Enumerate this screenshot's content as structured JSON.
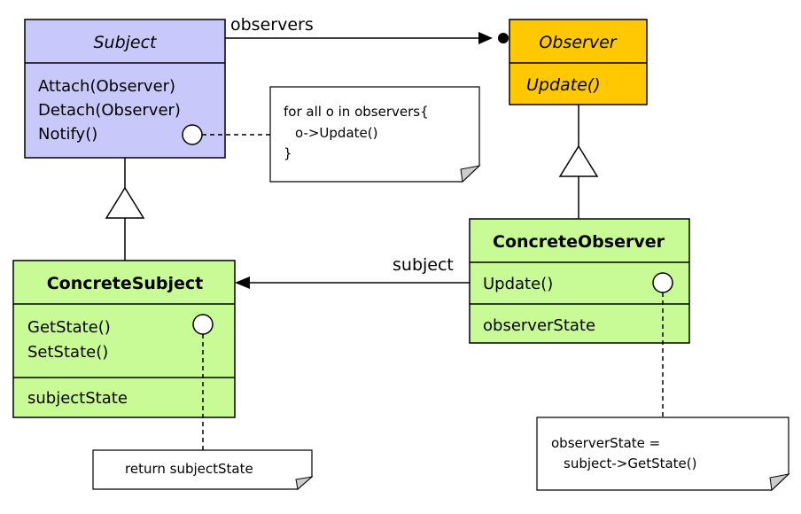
{
  "classes": {
    "subject": {
      "name": "Subject",
      "operations": [
        "Attach(Observer)",
        "Detach(Observer)",
        "Notify()"
      ],
      "fill": "#c8c8fa"
    },
    "observer": {
      "name": "Observer",
      "operation": "Update()",
      "fill": "#ffc800"
    },
    "concrete_subject": {
      "name": "ConcreteSubject",
      "operations": [
        "GetState()",
        "SetState()"
      ],
      "attribute": "subjectState",
      "fill": "#c8fa96"
    },
    "concrete_observer": {
      "name": "ConcreteObserver",
      "operation": "Update()",
      "attribute": "observerState",
      "fill": "#c8fa96"
    }
  },
  "associations": {
    "observers": "observers",
    "subject": "subject"
  },
  "notes": {
    "notify": [
      "for all o in observers{",
      "o->Update()",
      "}"
    ],
    "get_state": "return subjectState",
    "update": [
      "observerState =",
      "subject->GetState()"
    ]
  }
}
